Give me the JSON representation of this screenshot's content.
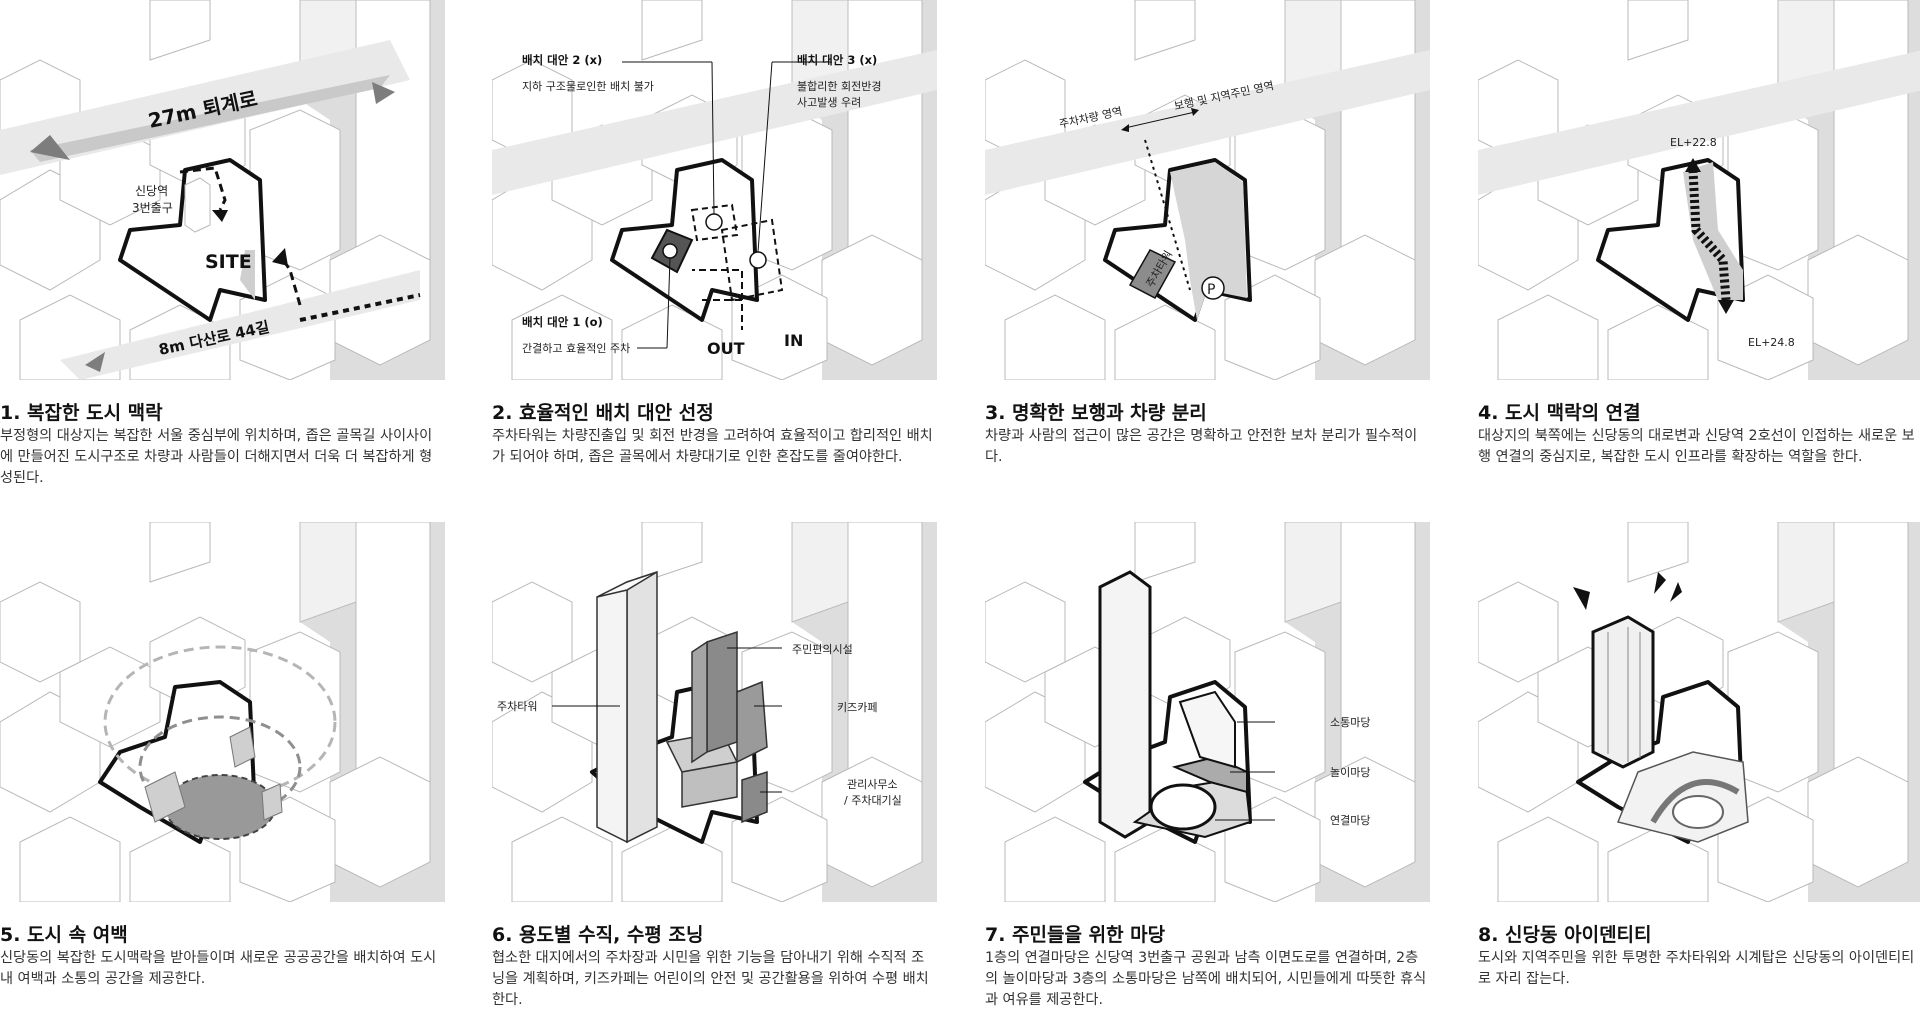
{
  "panels": [
    {
      "title": "1. 복잡한 도시 맥락",
      "desc": "부정형의 대상지는 복잡한 서울 중심부에 위치하며, 좁은 골목길 사이사이에 만들어진 도시구조로 차량과 사람들이 더해지면서 더욱 더 복잡하게 형성된다.",
      "labels": {
        "road_main": "27m 퇴계로",
        "road_side": "8m 다산로 44길",
        "station": "신당역",
        "station_exit": "3번출구",
        "site": "SITE"
      }
    },
    {
      "title": "2. 효율적인 배치 대안 선정",
      "desc": "주차타워는 차량진출입 및 회전 반경을 고려하여 효율적이고 합리적인 배치가 되어야 하며, 좁은 골목에서 차량대기로 인한 혼잡도를 줄여야한다.",
      "labels": {
        "alt2": "배치 대안 2 (x)",
        "alt2_note": "지하 구조물로인한 배치 불가",
        "alt3": "배치 대안 3 (x)",
        "alt3_note1": "불합리한 회전반경",
        "alt3_note2": "사고발생 우려",
        "alt1": "배치 대안 1 (o)",
        "alt1_note": "간결하고 효율적인 주차",
        "out": "OUT",
        "in": "IN"
      }
    },
    {
      "title": "3. 명확한 보행과 차량 분리",
      "desc": "차량과 사람의 접근이 많은 공간은 명확하고 안전한 보차 분리가 필수적이다.",
      "labels": {
        "vehicle_zone": "주차차량 영역",
        "pedestrian_zone": "보행 및 지역주민 영역",
        "tower": "주차타워",
        "parking": "P"
      }
    },
    {
      "title": "4. 도시 맥락의 연결",
      "desc": "대상지의 북쪽에는 신당동의 대로변과 신당역 2호선이 인접하는 새로운 보행 연결의 중심지로, 복잡한 도시 인프라를 확장하는 역할을 한다.",
      "labels": {
        "el_top": "EL+22.8",
        "el_bottom": "EL+24.8"
      }
    },
    {
      "title": "5. 도시 속 여백",
      "desc": "신당동의 복잡한 도시맥락을 받아들이며 새로운 공공공간을 배치하여 도시 내 여백과 소통의 공간을 제공한다.",
      "labels": {}
    },
    {
      "title": "6. 용도별 수직, 수평 조닝",
      "desc": "협소한 대지에서의 주차장과 시민을 위한 기능을 담아내기 위해 수직적 조닝을 계획하며, 키즈카페는 어린이의 안전 및 공간활용을 위하여 수평 배치한다.",
      "labels": {
        "tower": "주차타워",
        "amenity": "주민편의시설",
        "kids": "키즈카페",
        "office1": "관리사무소",
        "office2": "/ 주차대기실"
      }
    },
    {
      "title": "7. 주민들을 위한 마당",
      "desc": "1층의 연결마당은 신당역 3번출구 공원과 남측 이면도로를 연결하며, 2층의 놀이마당과 3층의 소통마당은 남쪽에 배치되어, 시민들에게 따뜻한 휴식과 여유를 제공한다.",
      "labels": {
        "comm": "소통마당",
        "play": "놀이마당",
        "connect": "연결마당"
      }
    },
    {
      "title": "8. 신당동 아이덴티티",
      "desc": "도시와 지역주민을 위한 투명한 주차타워와 시계탑은 신당동의 아이덴티티로 자리 잡는다.",
      "labels": {}
    }
  ]
}
